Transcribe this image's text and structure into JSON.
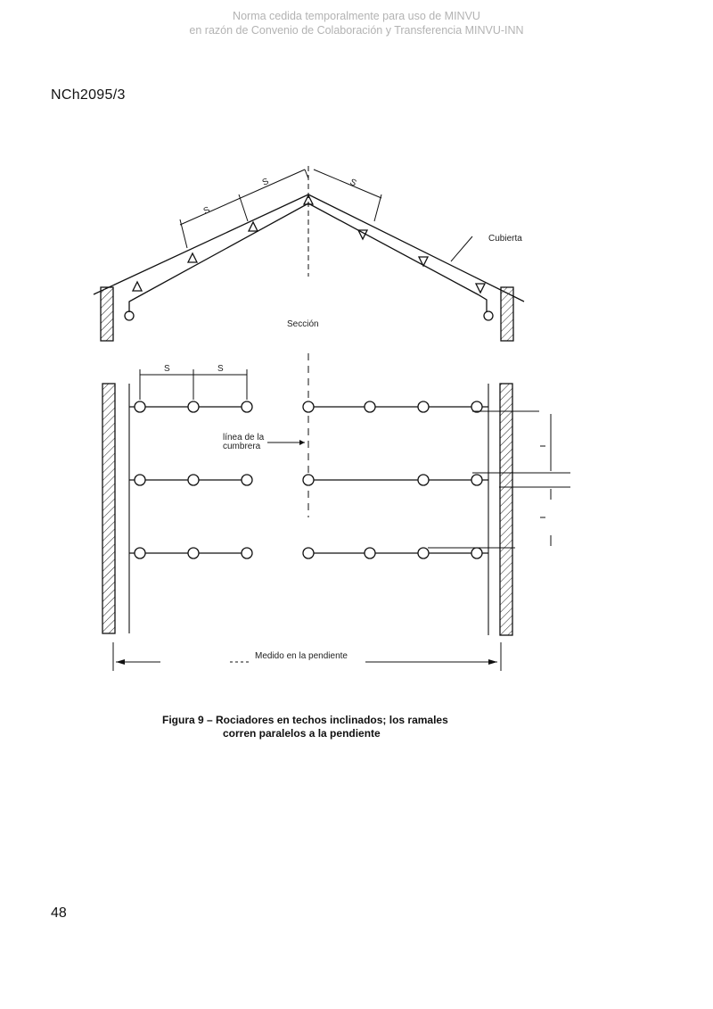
{
  "watermark": {
    "line1": "Norma cedida temporalmente para uso de MINVU",
    "line2": "en razón de Convenio de Colaboración y Transferencia MINVU-INN"
  },
  "header": {
    "doc_code": "NCh2095/3"
  },
  "figure": {
    "spacing_label": "S",
    "roof_label": "Cubierta",
    "section_label": "Sección",
    "ridge_label_line1": "línea de la",
    "ridge_label_line2": "cumbrera",
    "slope_measure_label": "Medido en la pendiente",
    "caption_line1": "Figura 9 – Rociadores en techos inclinados; los ramales",
    "caption_line2": "corren paralelos a la pendiente"
  },
  "footer": {
    "page_number": "48"
  }
}
